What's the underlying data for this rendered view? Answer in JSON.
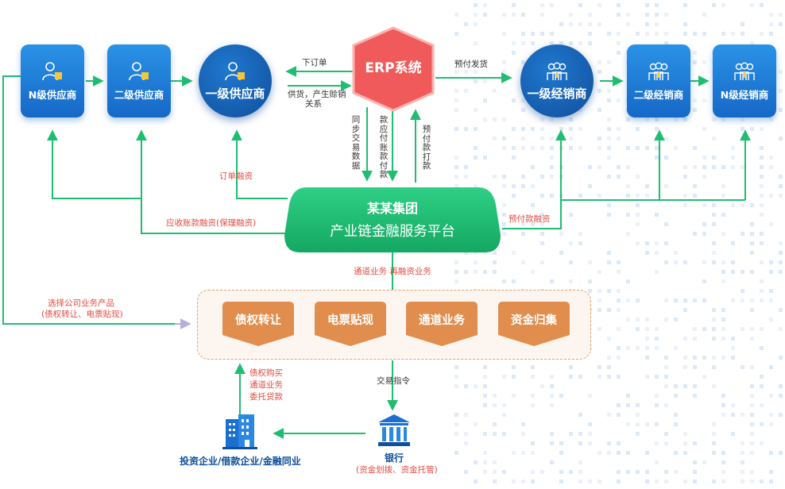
{
  "nodes": {
    "n_supplier": "N级供应商",
    "second_supplier": "二级供应商",
    "first_supplier": "一级供应商",
    "erp": "ERP系统",
    "first_distributor": "一级经销商",
    "second_distributor": "二级经销商",
    "n_distributor": "N级经销商"
  },
  "platform": {
    "title": "某某集团",
    "subtitle": "产业链金融服务平台"
  },
  "services": [
    "债权转让",
    "电票贴现",
    "通道业务",
    "资金归集"
  ],
  "edge_labels": {
    "place_order": "下订单",
    "supply": "供货，产生赊销",
    "relation": "关系",
    "prepay_ship": "预付发货",
    "sync_data": "同步交易数据",
    "payable_payment": "款应付账款付款",
    "prepay_payment": "预付款打款",
    "order_financing": "订单融资",
    "receivable_financing": "应收账款融资(保理融资)",
    "prepay_financing": "预付款融资",
    "channel_refinance": "通道业务 再融资业务",
    "select_products_1": "选择公司业务产品",
    "select_products_2": "(债权转让、电票贴现)",
    "trade_instruction": "交易指令",
    "creditor_purchase": "债权购买",
    "channel_business": "通道业务",
    "entrusted_loan": "委托贷款"
  },
  "bottom": {
    "enterprise": "投资企业/借款企业/金融同业",
    "bank": "银行",
    "bank_note": "(资金划拨、资金托管)"
  },
  "colors": {
    "blue": "#1668c7",
    "navy": "#114f9c",
    "green": "#1fbd72",
    "erp_red": "#f05a5a",
    "orange": "#e08d4e",
    "red_text": "#e5493f"
  }
}
